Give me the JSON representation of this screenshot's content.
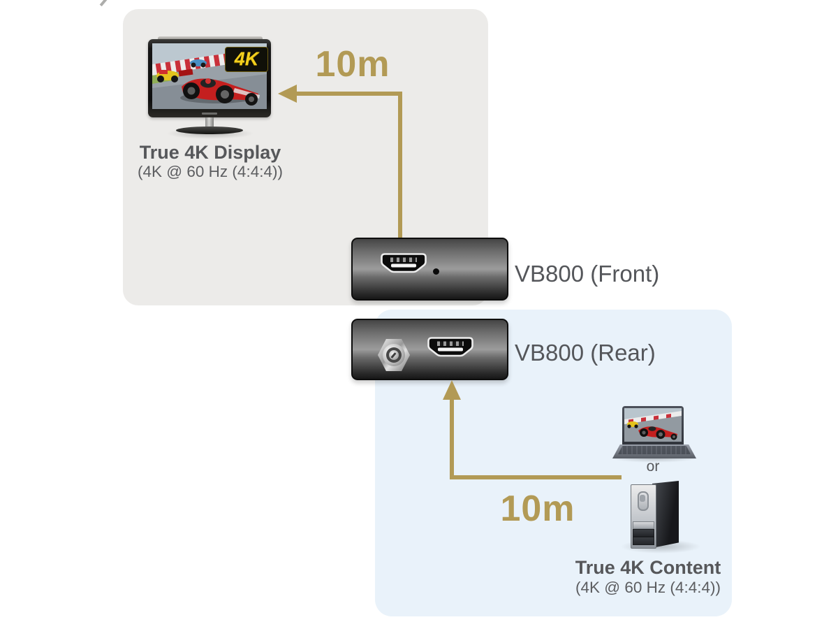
{
  "colors": {
    "gold": "#b29a55",
    "panel_gray": "#ecebe9",
    "panel_blue": "#e9f2fa",
    "text_dark": "#56575a"
  },
  "display_section": {
    "title": "True 4K Display",
    "subtitle": "(4K @ 60 Hz (4:4:4))",
    "distance_label": "10m",
    "screen_badge": "4K"
  },
  "extender": {
    "front_label": "VB800 (Front)",
    "rear_label": "VB800 (Rear)"
  },
  "source_section": {
    "distance_label": "10m",
    "or_label": "or",
    "title": "True 4K Content",
    "subtitle": "(4K @ 60 Hz (4:4:4))"
  }
}
